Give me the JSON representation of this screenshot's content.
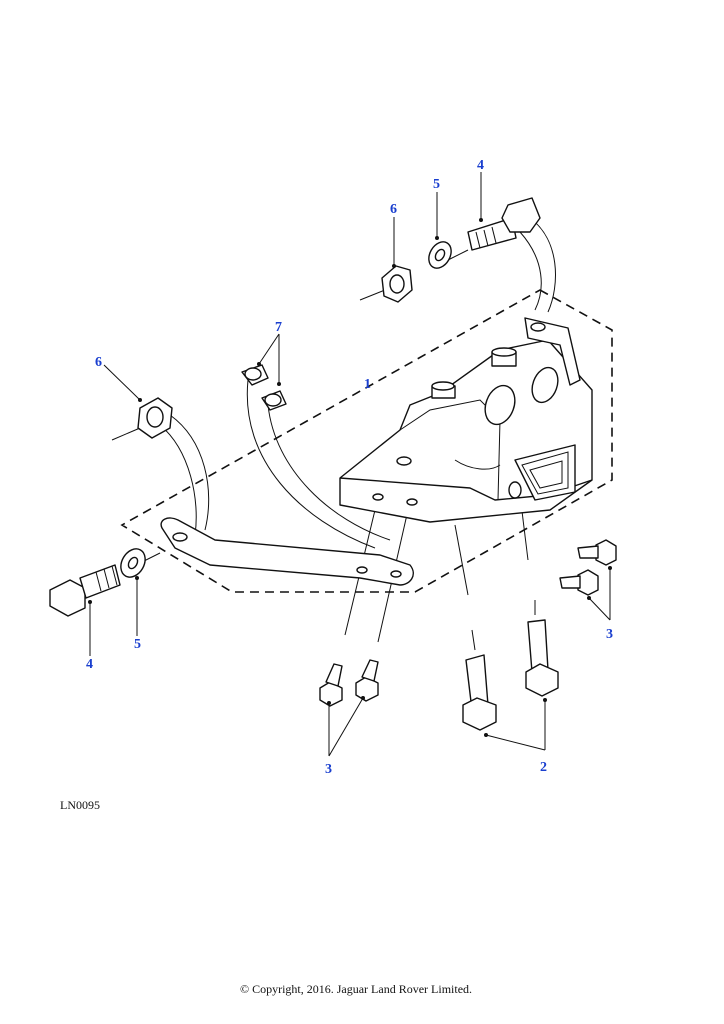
{
  "diagram": {
    "reference_code": "LN0095",
    "copyright": "© Copyright, 2016. Jaguar Land Rover Limited.",
    "callouts": {
      "c1": "1",
      "c2": "2",
      "c3_right": "3",
      "c3_bottom": "3",
      "c4_top": "4",
      "c4_left": "4",
      "c5_top": "5",
      "c5_left": "5",
      "c6_top": "6",
      "c6_left": "6",
      "c7": "7"
    },
    "colors": {
      "callout": "#1a3fcf",
      "line": "#111111",
      "background": "#ffffff"
    }
  }
}
